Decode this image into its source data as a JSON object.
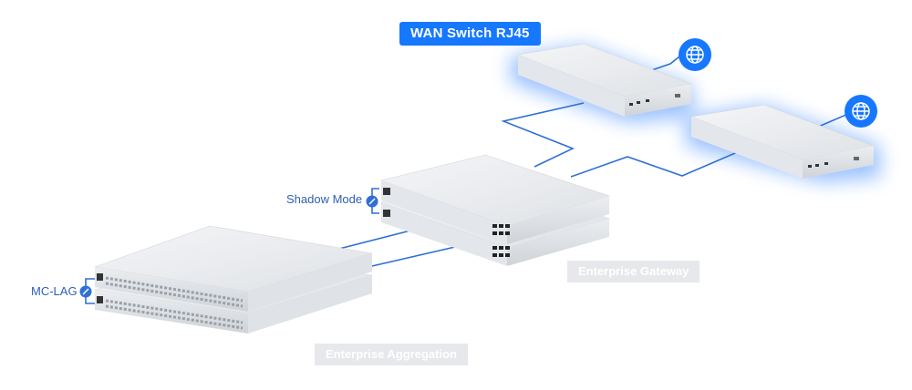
{
  "labels": {
    "wan_switch": "WAN Switch RJ45",
    "shadow_mode": "Shadow Mode",
    "mc_lag": "MC-LAG",
    "enterprise_gateway": "Enterprise Gateway",
    "enterprise_aggregation": "Enterprise Aggregation"
  },
  "icons": {
    "internet": "globe-icon",
    "link_indicator": "link-icon"
  },
  "colors": {
    "accent": "#1677ff",
    "link_lines": "#2f6fd6",
    "side_label_text": "#2f5fb3",
    "gray_tag": "#e6e8eb",
    "device_body": "#e9ebee",
    "glow": "#4a90ff"
  }
}
